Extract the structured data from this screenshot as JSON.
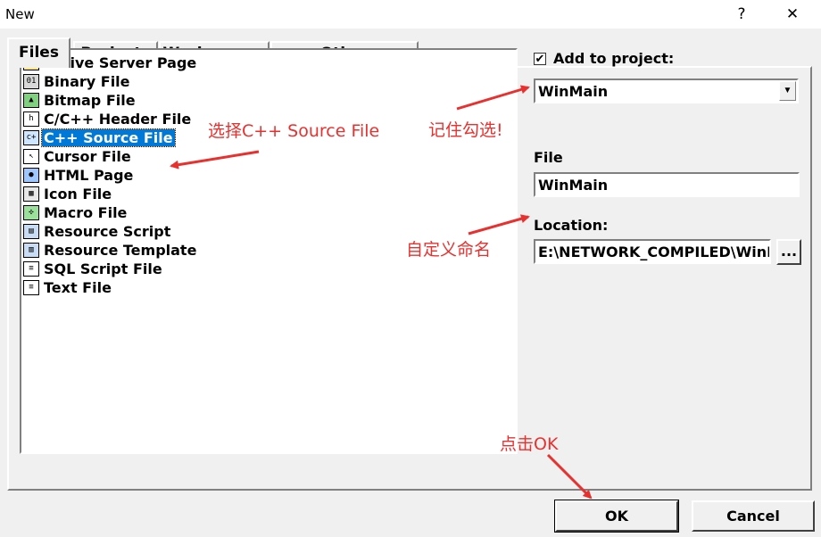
{
  "window": {
    "title": "New",
    "help_glyph": "?",
    "close_glyph": "✕"
  },
  "tabs": [
    {
      "label": "Files",
      "active": true
    },
    {
      "label": "Projects",
      "active": false
    },
    {
      "label": "Workspaces",
      "active": false
    },
    {
      "label": "Other Documents",
      "active": false
    }
  ],
  "file_types": [
    {
      "label": "Active Server Page",
      "icon": "asp-page-icon",
      "selected": false
    },
    {
      "label": "Binary File",
      "icon": "binary-file-icon",
      "selected": false
    },
    {
      "label": "Bitmap File",
      "icon": "bitmap-file-icon",
      "selected": false
    },
    {
      "label": "C/C++ Header File",
      "icon": "header-file-icon",
      "selected": false
    },
    {
      "label": "C++ Source File",
      "icon": "cpp-source-file-icon",
      "selected": true
    },
    {
      "label": "Cursor File",
      "icon": "cursor-file-icon",
      "selected": false
    },
    {
      "label": "HTML Page",
      "icon": "html-page-icon",
      "selected": false
    },
    {
      "label": "Icon File",
      "icon": "icon-file-icon",
      "selected": false
    },
    {
      "label": "Macro File",
      "icon": "macro-file-icon",
      "selected": false
    },
    {
      "label": "Resource Script",
      "icon": "resource-script-icon",
      "selected": false
    },
    {
      "label": "Resource Template",
      "icon": "resource-template-icon",
      "selected": false
    },
    {
      "label": "SQL Script File",
      "icon": "sql-script-file-icon",
      "selected": false
    },
    {
      "label": "Text File",
      "icon": "text-file-icon",
      "selected": false
    }
  ],
  "add_to_project": {
    "label": "Add to project:",
    "checked": true,
    "check_glyph": "✔",
    "selected_project": "WinMain",
    "dropdown_glyph": "▼"
  },
  "file": {
    "label": "File",
    "value": "WinMain"
  },
  "location": {
    "label": "Location:",
    "value": "E:\\NETWORK_COMPILED\\WinM",
    "browse_label": "..."
  },
  "buttons": {
    "ok": "OK",
    "cancel": "Cancel"
  },
  "annotations": {
    "select_cpp": "选择C++ Source File",
    "remember_check": "记住勾选!",
    "custom_name": "自定义命名",
    "click_ok": "点击OK"
  },
  "colors": {
    "annotation": "#e8312f",
    "selection": "#0078d7",
    "dialog_bg": "#f0f0f0"
  }
}
